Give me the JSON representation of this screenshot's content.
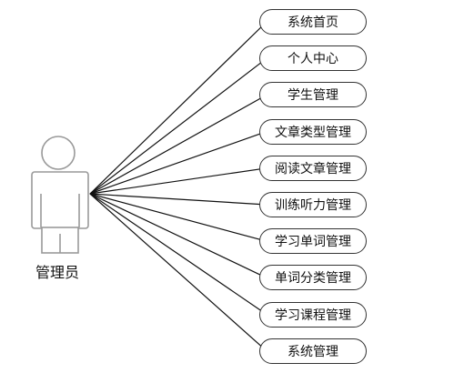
{
  "actor": {
    "label": "管理员"
  },
  "use_cases": [
    "系统首页",
    "个人中心",
    "学生管理",
    "文章类型管理",
    "阅读文章管理",
    "训练听力管理",
    "学习单词管理",
    "单词分类管理",
    "学习课程管理",
    "系统管理"
  ]
}
